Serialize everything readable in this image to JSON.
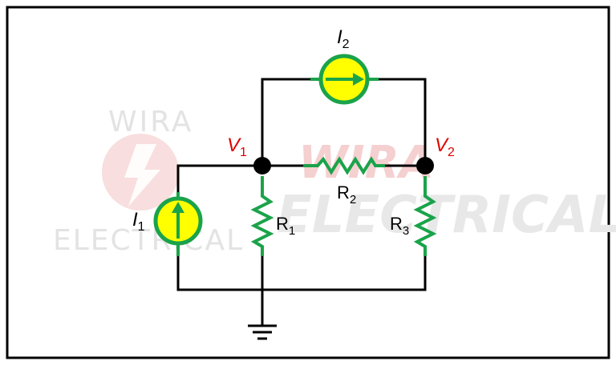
{
  "watermark": {
    "logo_top": "WIRA",
    "logo_bottom": "ELECTRICAL",
    "big_top": "WIRA",
    "big_bottom": "ELECTRICAL"
  },
  "labels": {
    "I1": {
      "main": "I",
      "sub": "1"
    },
    "I2": {
      "main": "I",
      "sub": "2"
    },
    "V1": {
      "main": "V",
      "sub": "1"
    },
    "V2": {
      "main": "V",
      "sub": "2"
    },
    "R1": {
      "main": "R",
      "sub": "1"
    },
    "R2": {
      "main": "R",
      "sub": "2"
    },
    "R3": {
      "main": "R",
      "sub": "3"
    }
  },
  "colors": {
    "wire": "#000000",
    "component": "#1aa34a",
    "source_fill": "#ffff00",
    "node_label": "#e00000",
    "watermark": "#e6e6e6",
    "watermark_red": "#f3c9c9"
  }
}
